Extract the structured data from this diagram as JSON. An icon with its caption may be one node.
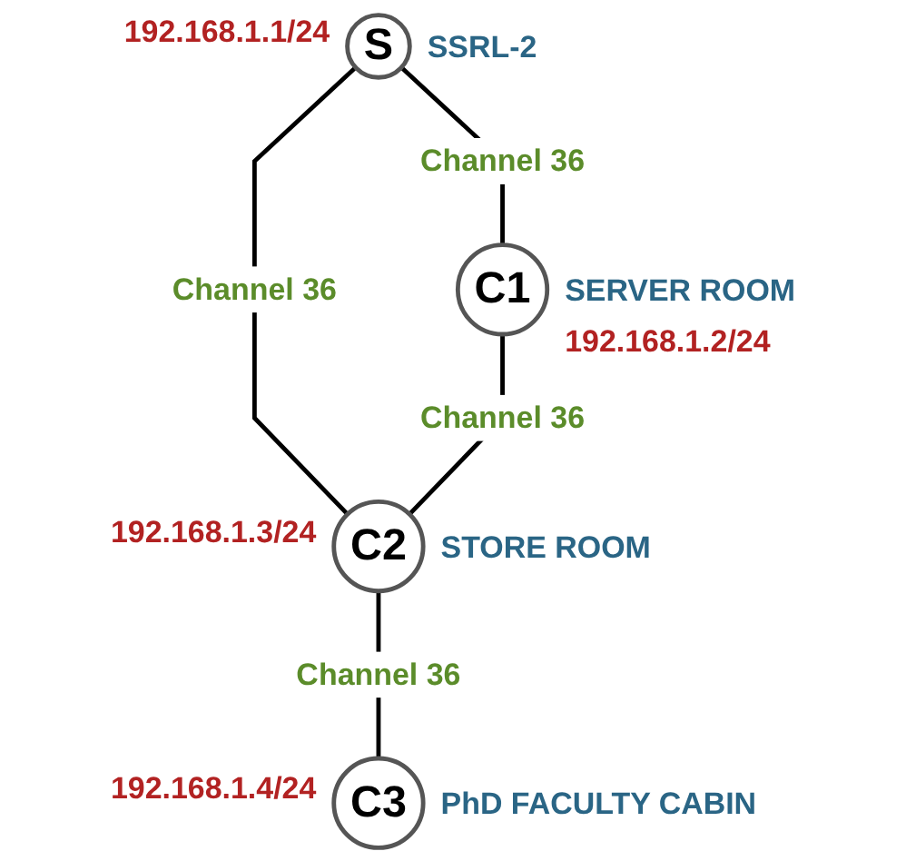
{
  "diagram": {
    "nodes": [
      {
        "text": [
          "S"
        ],
        "beside": [
          "192.168.1.1/24",
          "SSRL-2"
        ]
      },
      {
        "text": [
          "C1"
        ],
        "beside": [
          "192.168.1.2/24",
          "SERVER ROOM"
        ]
      },
      {
        "text": [
          "C2"
        ],
        "beside": [
          "192.168.1.3/24",
          "STORE ROOM"
        ]
      },
      {
        "text": [
          "C3"
        ],
        "beside": [
          "192.168.1.4/24",
          "PhD FACULTY CABIN"
        ]
      }
    ],
    "edges": [
      {
        "from": 0,
        "to": 1,
        "arrow": "none",
        "label": "Channel 36"
      },
      {
        "from": 0,
        "to": 2,
        "arrow": "none",
        "label": "Channel 36"
      },
      {
        "from": 1,
        "to": 2,
        "arrow": "none",
        "label": "Channel 36"
      },
      {
        "from": 2,
        "to": 3,
        "arrow": "none",
        "label": "Channel 36"
      }
    ]
  }
}
